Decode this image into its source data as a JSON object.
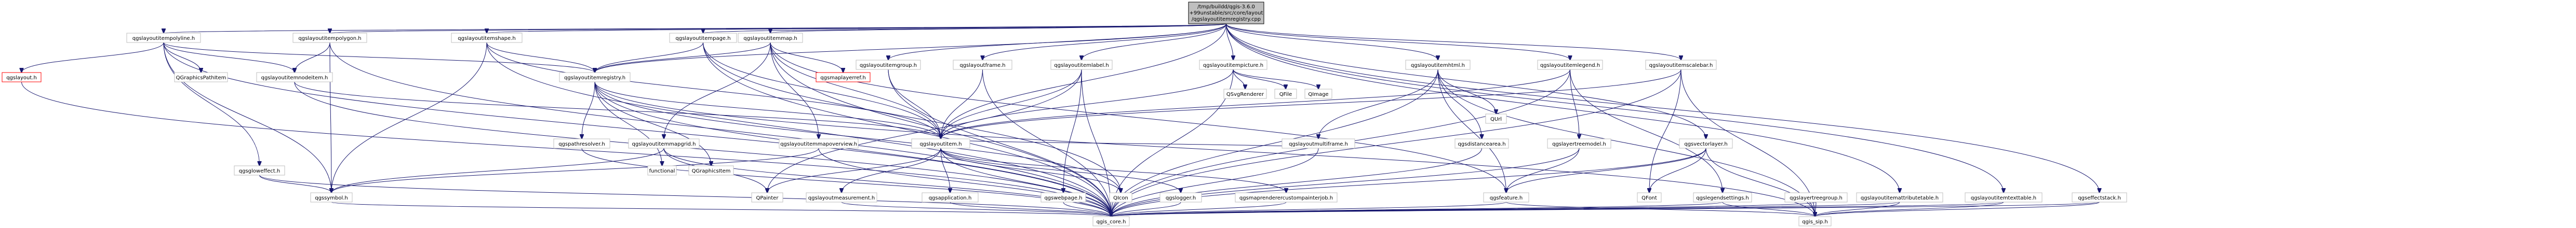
{
  "root": {
    "lines": [
      "/tmp/buildd/qgis-3.6.0",
      "+99unstable/src/core/layout",
      "/qgslayoutitemregistry.cpp"
    ]
  },
  "nodes": {
    "polyline": "qgslayoutitempolyline.h",
    "polygon": "qgslayoutitempolygon.h",
    "shape": "qgslayoutitemshape.h",
    "page": "qgslayoutitempage.h",
    "map": "qgslayoutitemmap.h",
    "group": "qgslayoutitemgroup.h",
    "frame": "qgslayoutframe.h",
    "label": "qgslayoutitemlabel.h",
    "picture": "qgslayoutitempicture.h",
    "html": "qgslayoutitemhtml.h",
    "legend": "qgslayoutitemlegend.h",
    "scalebar": "qgslayoutitemscalebar.h",
    "layout": "qgslayout.h",
    "qgraphicspathitem": "QGraphicsPathItem",
    "nodesitem": "qgslayoutitemnodeitem.h",
    "registry": "qgslayoutitemregistry.h",
    "mapgrid": "qgslayoutitemmapgrid.h",
    "mapoverview": "qgslayoutitemmapoverview.h",
    "mapfwd": "qgsmaplayerref.h",
    "item": "qgslayoutitem.h",
    "glow": "qgsgloweffect.h",
    "symbol": "qgssymbol.h",
    "pathresolver": "qgspathresolver.h",
    "functional": "functional",
    "qgraphicsitem": "QGraphicsItem",
    "qpainter": "QPainter",
    "measurement": "qgslayoutmeasurement.h",
    "application": "qgsapplication.h",
    "qicon": "QIcon",
    "logger": "qgslogger.h",
    "webpage": "qgswebpage.h",
    "mapcustompaint": "qgsmaprenderercustompainterjob.h",
    "multiframe": "qgslayoutmultiframe.h",
    "distancearea": "qgsdistancearea.h",
    "qsvgrenderer": "QSvgRenderer",
    "qfile": "QFile",
    "qimage": "QImage",
    "qurl": "QUrl",
    "treemodel": "qgslayertreemodel.h",
    "feature": "qgsfeature.h",
    "vectorlayer": "qgsvectorlayer.h",
    "qfont": "QFont",
    "legendsettings": "qgslegendsettings.h",
    "layertreegroup": "qgslayertreegroup.h",
    "attributetable": "qgslayoutitemattributetable.h",
    "texttable": "qgslayoutitemtexttable.h",
    "effectstack": "qgseffectstack.h",
    "core": "qgis_core.h",
    "sip": "qgis_sip.h"
  },
  "colors": {
    "edge": "#191970",
    "root_fill": "#bfbfbf",
    "doc_border": "#ff0000",
    "ext_border": "#bfbfbf"
  }
}
